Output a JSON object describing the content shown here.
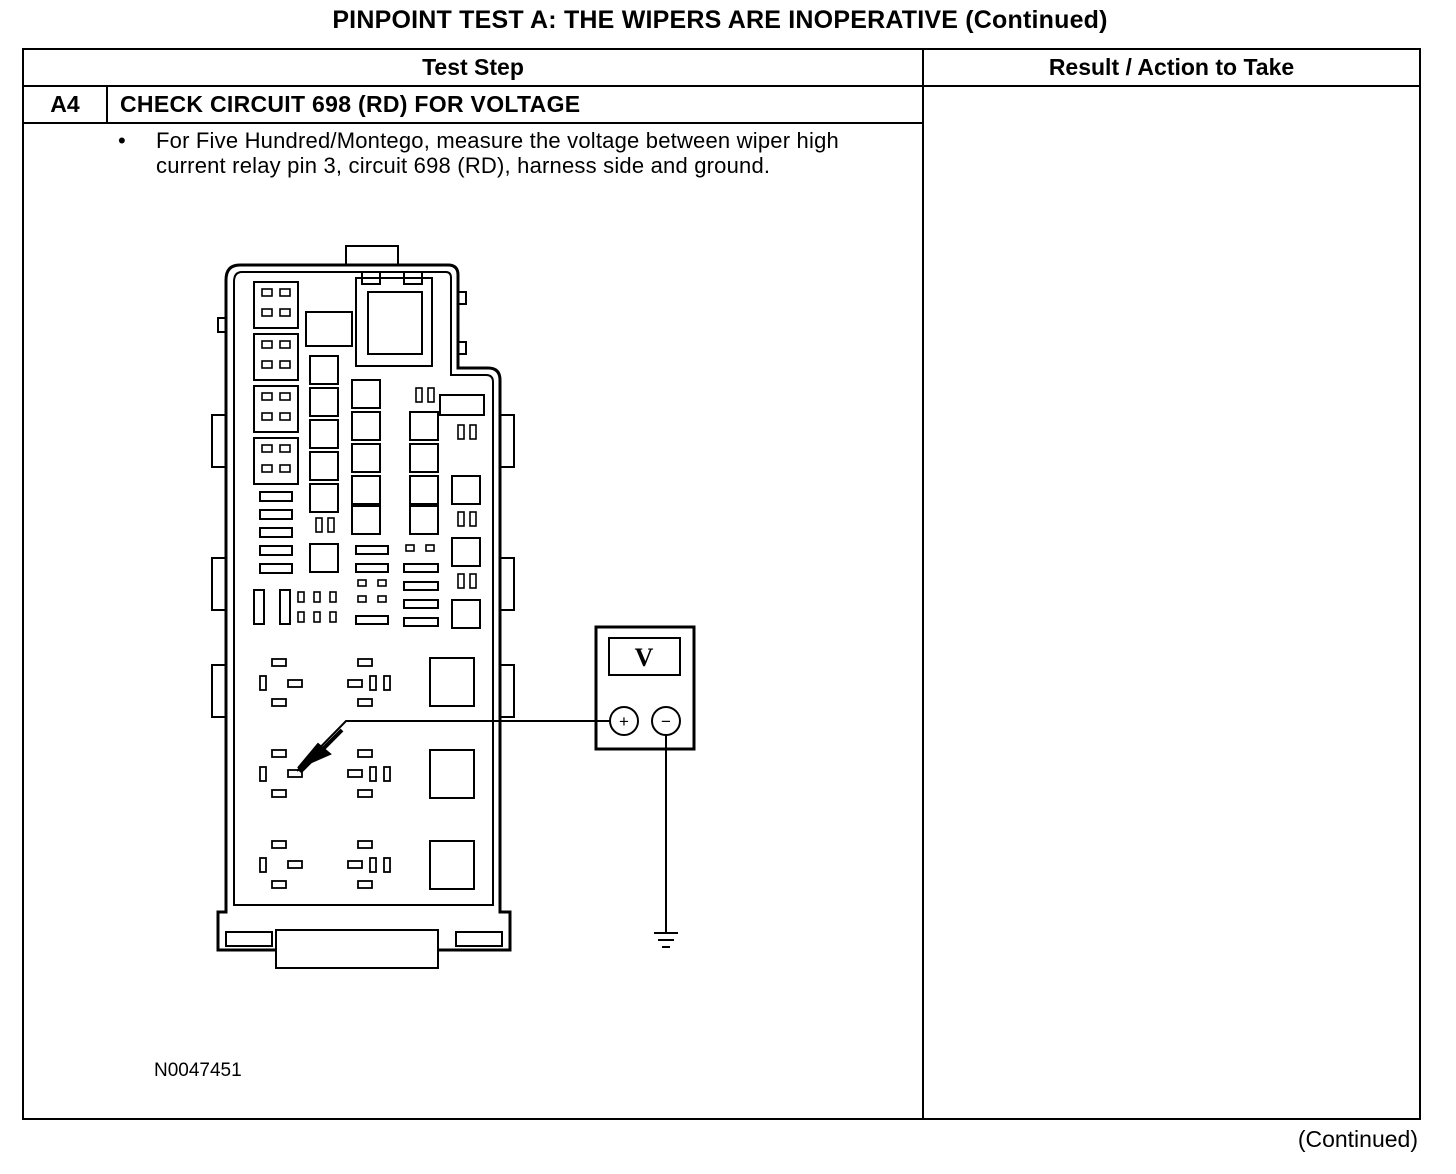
{
  "title": "PINPOINT TEST  A: THE WIPERS ARE INOPERATIVE (Continued)",
  "table": {
    "headers": [
      "Test Step",
      "Result / Action to Take"
    ],
    "step": {
      "id": "A4",
      "title": "CHECK CIRCUIT 698 (RD) FOR VOLTAGE",
      "bullet": "•",
      "instruction": "For Five Hundred/Montego, measure the voltage between wiper high current relay pin 3, circuit 698 (RD), harness side and ground."
    }
  },
  "figure": {
    "id": "N0047451",
    "meter_label": "V",
    "plus_label": "+",
    "minus_label": "−"
  },
  "footer": "(Continued)"
}
